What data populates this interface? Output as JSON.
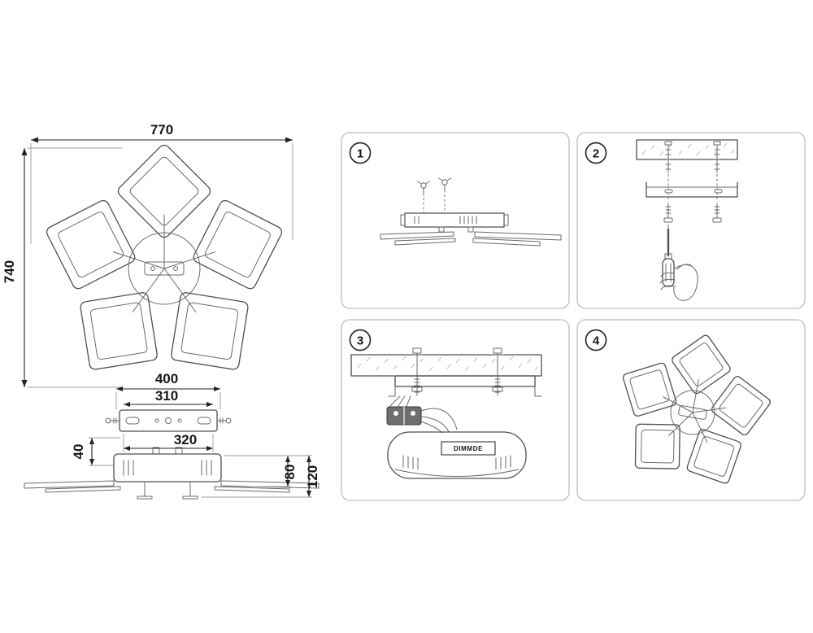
{
  "dimensions": {
    "width_770": "770",
    "height_740": "740",
    "bracket_400": "400",
    "bracket_310": "310",
    "canopy_320": "320",
    "depth_40": "40",
    "height_80": "80",
    "height_120": "120"
  },
  "steps": [
    {
      "number": "1"
    },
    {
      "number": "2"
    },
    {
      "number": "3"
    },
    {
      "number": "4"
    }
  ],
  "labels": {
    "dimmer_box": "DIMMDE"
  },
  "colors": {
    "line": "#4f4f4f",
    "dimension": "#232323",
    "panel_border": "#c9c9c9",
    "background": "#ffffff"
  }
}
